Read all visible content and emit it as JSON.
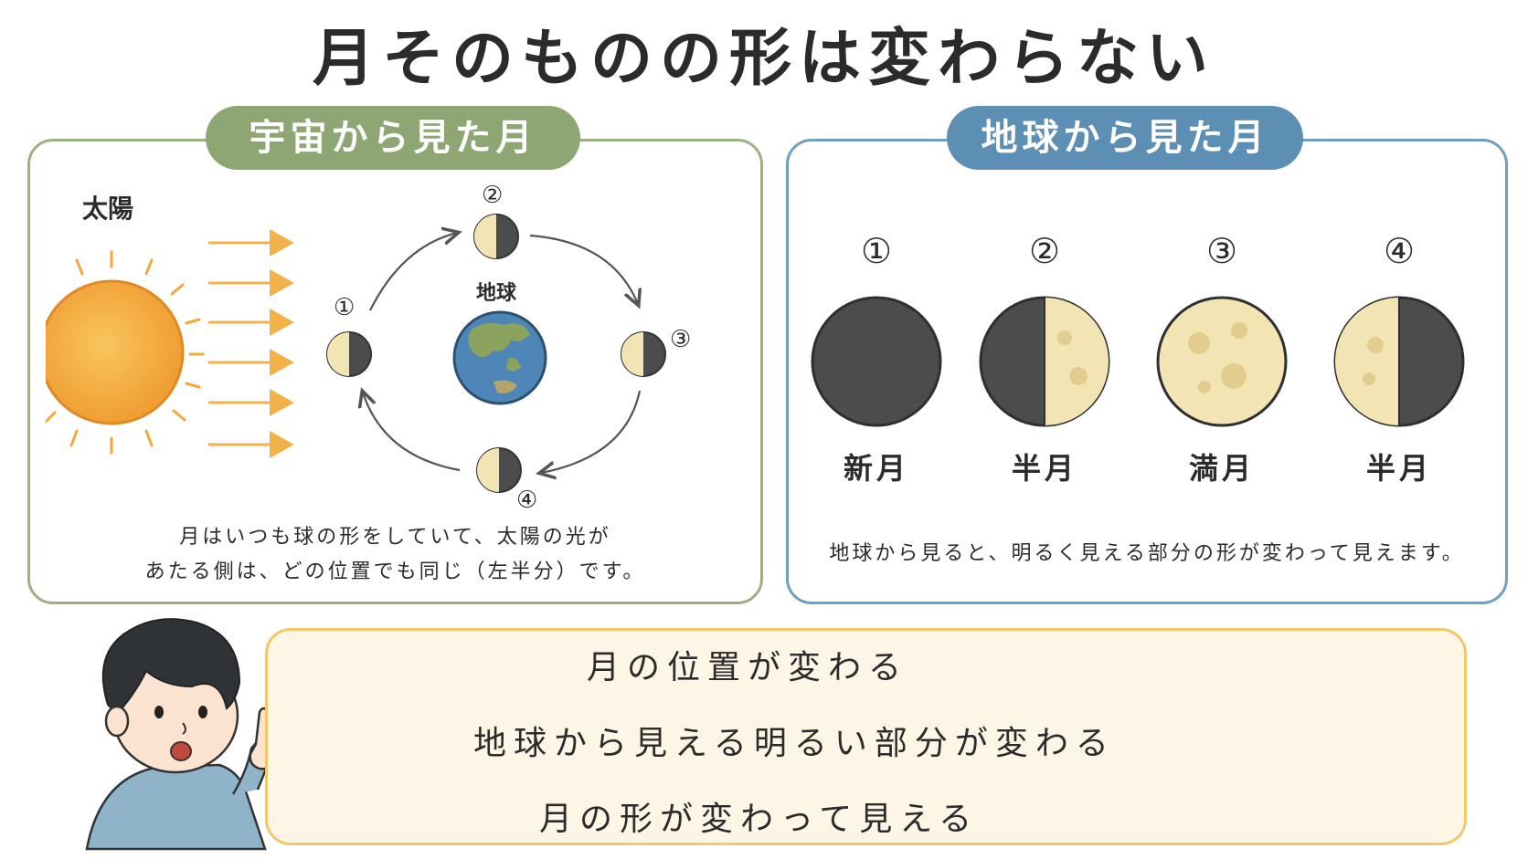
{
  "title": "月そのものの形は変わらない",
  "space_panel": {
    "header": "宇宙から見た月",
    "sun_label": "太陽",
    "earth_label": "地球",
    "position_labels": [
      "①",
      "②",
      "③",
      "④"
    ],
    "caption_line1": "月はいつも球の形をしていて、太陽の光が",
    "caption_line2": "あたる側は、どの位置でも同じ（左半分）です。"
  },
  "earth_panel": {
    "header": "地球から見た月",
    "phases": [
      {
        "number": "①",
        "name": "新月",
        "lit": "none"
      },
      {
        "number": "②",
        "name": "半月",
        "lit": "right-half"
      },
      {
        "number": "③",
        "name": "満月",
        "lit": "full"
      },
      {
        "number": "④",
        "name": "半月",
        "lit": "left-half"
      }
    ],
    "caption": "地球から見ると、明るく見える部分の形が変わって見えます。"
  },
  "flow": {
    "step1": "月の位置が変わる",
    "step2": "地球から見える明るい部分が変わる",
    "step3": "月の形が変わって見える"
  },
  "colors": {
    "space_accent": "#8ea673",
    "earth_accent": "#5d8fb4",
    "flow_border": "#f2c86b",
    "flow_arrow": "#ec8a3c",
    "sun": "#f4a93c",
    "moon_light": "#f3e4b3",
    "moon_dark": "#4a4c4e"
  }
}
